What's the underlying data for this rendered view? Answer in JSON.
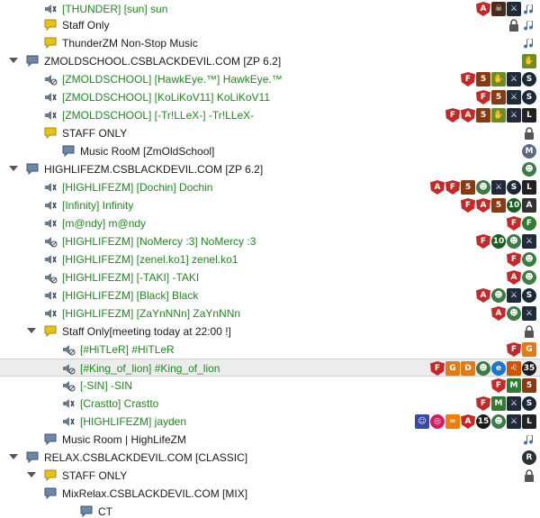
{
  "colors": {
    "user": "#1f8a1f",
    "text": "#1b1b1b",
    "selected_bg": "#ececec",
    "badge_red": "#c62828",
    "badge_dark": "#2b2b2b",
    "music_blue": "#3b6fb8",
    "lock": "#555555"
  },
  "rows": [
    {
      "label": "[THUNDER] [sun] sun",
      "type": "user",
      "icon": "speaker-icon",
      "badges": [
        "shield-a-icon",
        "skull-icon",
        "counter-strike-icon",
        "music-note-icon"
      ]
    },
    {
      "label": "Staff Only",
      "type": "channel",
      "icon": "chat-bubble-yellow-icon",
      "badges": [
        "lock-icon",
        "music-note-icon"
      ]
    },
    {
      "label": "ThunderZM Non-Stop Music",
      "type": "channel",
      "icon": "chat-bubble-yellow-icon",
      "badges": [
        "music-note-icon"
      ]
    },
    {
      "label": "ZMOLDSCHOOL.CSBLACKDEVIL.COM [ZP 6.2]",
      "type": "server",
      "icon": "chat-bubble-blue-icon",
      "badges": [
        "zombie-hand-icon"
      ]
    },
    {
      "label": "[ZMOLDSCHOOL] [HawkEye.™] HawkEye.™",
      "type": "user",
      "icon": "speaker-muted-icon",
      "badges": [
        "shield-f-icon",
        "badge-5-icon",
        "zombie-hand-icon",
        "counter-strike-icon",
        "steam-icon"
      ]
    },
    {
      "label": "[ZMOLDSCHOOL] [KoLiKoV11] KoLiKoV11",
      "type": "user",
      "icon": "speaker-icon",
      "badges": [
        "shield-f-icon",
        "badge-5-icon",
        "counter-strike-icon",
        "steam-icon"
      ]
    },
    {
      "label": "[ZMOLDSCHOOL] [-Tr!LLeX-] -Tr!LLeX-",
      "type": "user",
      "icon": "speaker-icon",
      "badges": [
        "shield-f-icon",
        "shield-a-icon",
        "badge-5-icon",
        "zombie-hand-icon",
        "counter-strike-icon",
        "l4d-icon"
      ]
    },
    {
      "label": "STAFF ONLY",
      "type": "channel",
      "icon": "chat-bubble-yellow-icon",
      "badges": [
        "lock-icon"
      ]
    },
    {
      "label": "Music RooM  [ZmOldSchool]",
      "type": "channel",
      "icon": "chat-bubble-blue-icon",
      "badges": [
        "music-m-icon"
      ]
    },
    {
      "label": "HIGHLIFEZM.CSBLACKDEVIL.COM [ZP 6.2]",
      "type": "server",
      "icon": "chat-bubble-blue-icon",
      "badges": [
        "zombie-face-icon"
      ]
    },
    {
      "label": "[HIGHLIFEZM] [Dochin] Dochin",
      "type": "user",
      "icon": "speaker-icon",
      "badges": [
        "shield-a-icon",
        "shield-f-icon",
        "badge-5-icon",
        "zombie-face-icon",
        "counter-strike-icon",
        "steam-icon",
        "l4d-icon"
      ]
    },
    {
      "label": "[Infinity] Infinity",
      "type": "user",
      "icon": "speaker-icon",
      "badges": [
        "shield-f-icon",
        "shield-a-icon",
        "badge-5-icon",
        "badge-10-icon",
        "assassin-icon"
      ]
    },
    {
      "label": "[m@ndy] m@ndy",
      "type": "user",
      "icon": "speaker-icon",
      "badges": [
        "shield-f-icon",
        "f-circle-icon"
      ]
    },
    {
      "label": "[HIGHLIFEZM] [NoMercy :3] NoMercy :3",
      "type": "user",
      "icon": "speaker-muted-icon",
      "badges": [
        "shield-f-icon",
        "badge-10-icon",
        "zombie-face-icon",
        "counter-strike-icon"
      ]
    },
    {
      "label": "[HIGHLIFEZM] [zenel.ko1] zenel.ko1",
      "type": "user",
      "icon": "speaker-icon",
      "badges": [
        "shield-f-icon",
        "zombie-face-icon"
      ]
    },
    {
      "label": "[HIGHLIFEZM] [-TAKI] -TAKI",
      "type": "user",
      "icon": "speaker-muted-icon",
      "badges": [
        "shield-a-icon",
        "zombie-face-icon"
      ]
    },
    {
      "label": "[HIGHLIFEZM] [Black] Black",
      "type": "user",
      "icon": "speaker-icon",
      "badges": [
        "shield-a-icon",
        "zombie-face-icon",
        "counter-strike-icon",
        "steam-icon"
      ]
    },
    {
      "label": "[HIGHLIFEZM] [ZaYnNNn] ZaYnNNn",
      "type": "user",
      "icon": "speaker-icon",
      "badges": [
        "shield-a-icon",
        "zombie-face-icon",
        "counter-strike-icon"
      ]
    },
    {
      "label": "Staff Only[meeting today at 22:00 !]",
      "type": "channel",
      "icon": "chat-bubble-yellow-icon",
      "badges": [
        "lock-icon"
      ]
    },
    {
      "label": "[#HiTLeR] #HiTLeR",
      "type": "user",
      "icon": "speaker-muted-icon",
      "badges": [
        "shield-f-icon",
        "g-orange-icon"
      ]
    },
    {
      "label": "[#King_of_lion] #King_of_lion",
      "type": "user",
      "icon": "speaker-muted-icon",
      "selected": true,
      "badges": [
        "shield-f-icon",
        "g-orange-icon",
        "d-orange-icon",
        "zombie-face-icon",
        "edge-icon",
        "lion-icon",
        "badge-35-icon"
      ]
    },
    {
      "label": "[-SIN] -SIN",
      "type": "user",
      "icon": "speaker-muted-icon",
      "badges": [
        "shield-f-icon",
        "m-green-icon",
        "badge-5-icon"
      ]
    },
    {
      "label": "[Crastto] Crastto",
      "type": "user",
      "icon": "speaker-icon",
      "badges": [
        "shield-f-icon",
        "m-green-icon",
        "counter-strike-icon",
        "steam-icon"
      ]
    },
    {
      "label": "[HIGHLIFEZM] jayden",
      "type": "user",
      "icon": "speaker-icon",
      "badges": [
        "character-icon",
        "circle-pink-icon",
        "dragon-icon",
        "shield-a-icon",
        "badge-15-icon",
        "zombie-face-icon",
        "counter-strike-icon",
        "l4d-icon"
      ]
    },
    {
      "label": "Music Room | HighLifeZM",
      "type": "channel",
      "icon": "chat-bubble-blue-icon",
      "badges": [
        "music-note-icon"
      ]
    },
    {
      "label": "RELAX.CSBLACKDEVIL.COM [CLASSIC]",
      "type": "server",
      "icon": "chat-bubble-blue-icon",
      "badges": [
        "r-dark-icon"
      ]
    },
    {
      "label": "STAFF ONLY",
      "type": "channel",
      "icon": "chat-bubble-yellow-icon",
      "badges": [
        "lock-icon"
      ]
    },
    {
      "label": "MixRelax.CSBLACKDEVIL.COM [MIX]",
      "type": "server",
      "icon": "chat-bubble-blue-icon",
      "badges": []
    },
    {
      "label": "CT",
      "type": "channel",
      "icon": "chat-bubble-blue-icon",
      "badges": []
    }
  ]
}
